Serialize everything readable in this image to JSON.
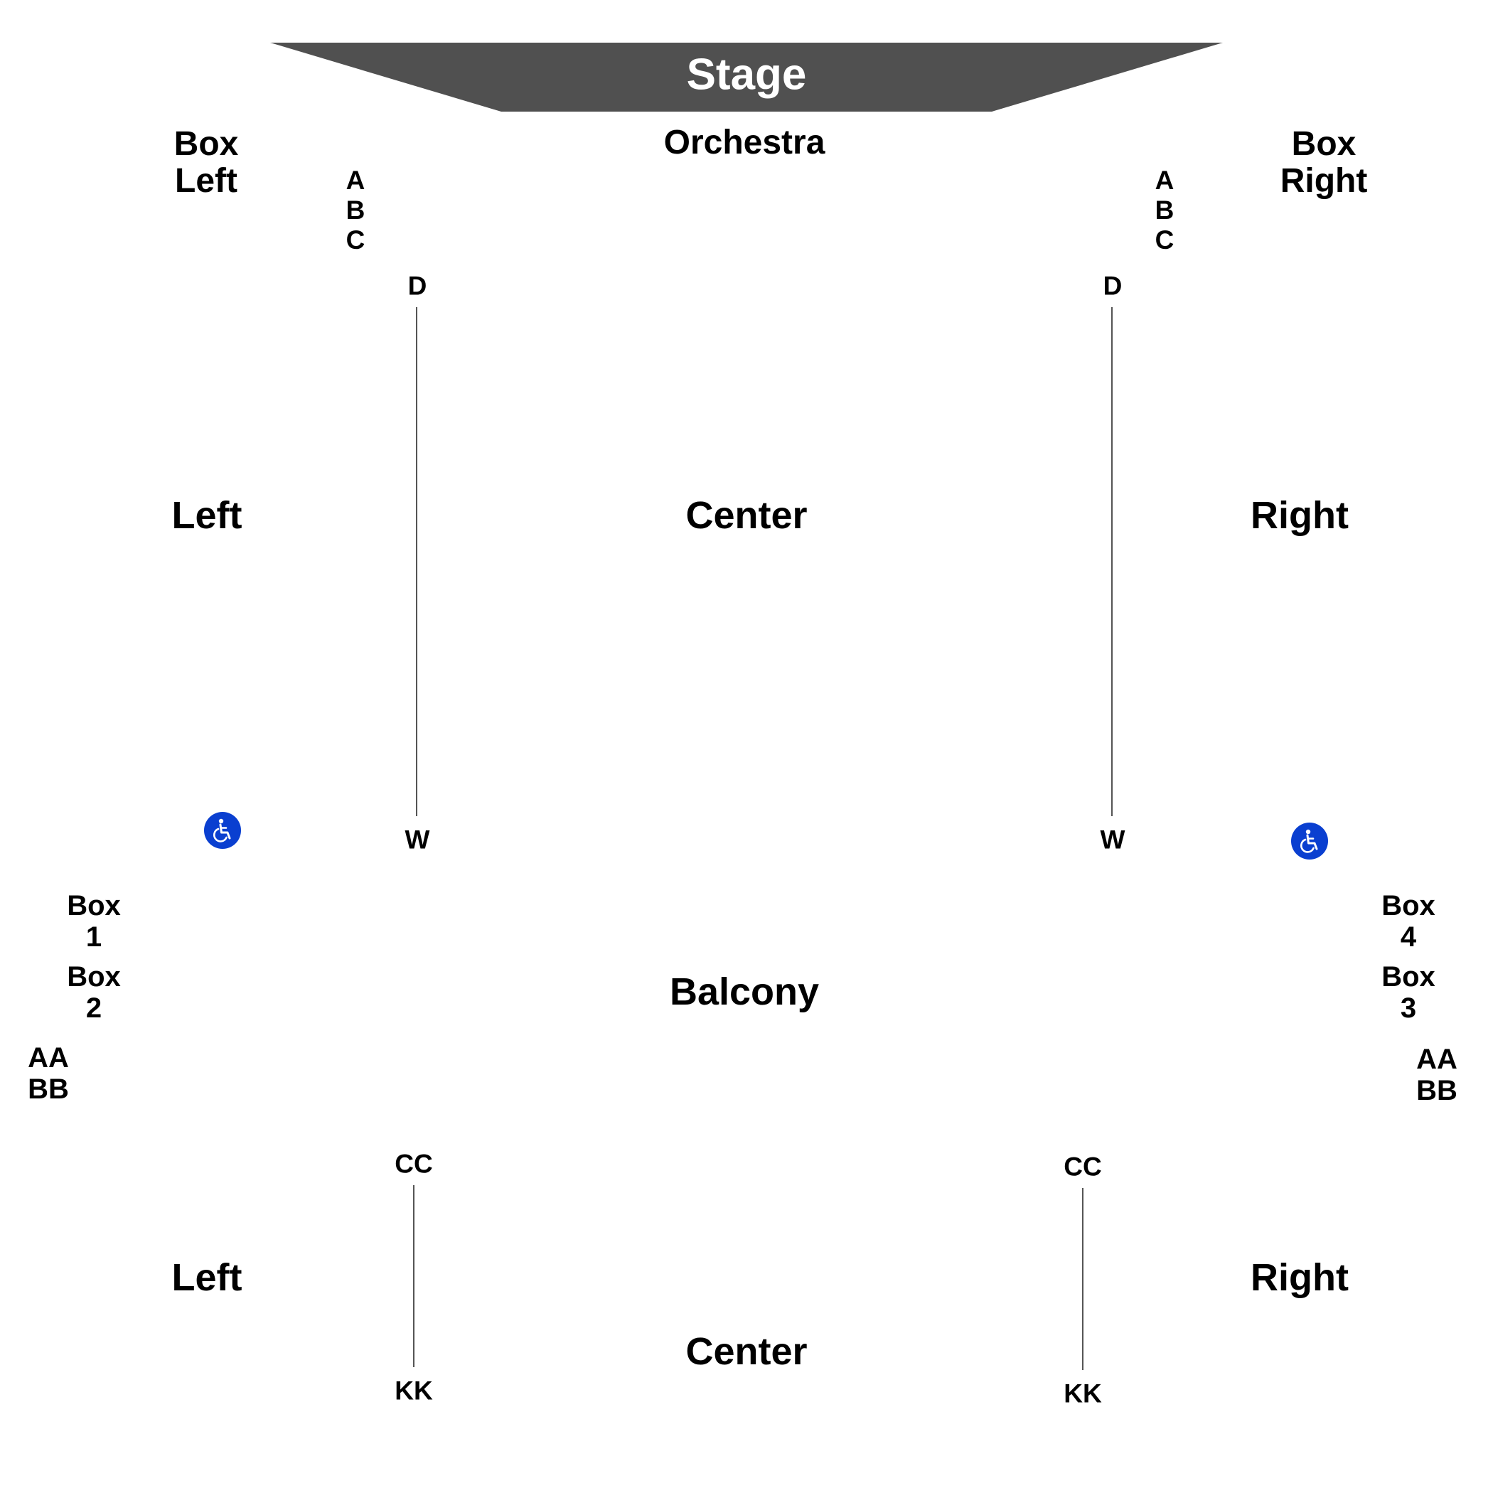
{
  "stage": {
    "label": "Stage",
    "color": "#505050"
  },
  "orchestra": {
    "title": "Orchestra",
    "box_left": [
      "Box",
      "Left"
    ],
    "box_right": [
      "Box",
      "Right"
    ],
    "rows_front_left": [
      "A",
      "B",
      "C"
    ],
    "rows_front_right": [
      "A",
      "B",
      "C"
    ],
    "aisle_left_start": "D",
    "aisle_left_end": "W",
    "aisle_right_start": "D",
    "aisle_right_end": "W",
    "section_left": "Left",
    "section_center": "Center",
    "section_right": "Right"
  },
  "balcony": {
    "title": "Balcony",
    "box_1": [
      "Box",
      "1"
    ],
    "box_2": [
      "Box",
      "2"
    ],
    "box_3": [
      "Box",
      "3"
    ],
    "box_4": [
      "Box",
      "4"
    ],
    "rows_left": [
      "AA",
      "BB"
    ],
    "rows_right": [
      "AA",
      "BB"
    ],
    "aisle_left_start": "CC",
    "aisle_left_end": "KK",
    "aisle_right_start": "CC",
    "aisle_right_end": "KK",
    "section_left": "Left",
    "section_center": "Center",
    "section_right": "Right"
  },
  "icons": {
    "accessible": "wheelchair-accessible-icon",
    "accessible_color": "#0a3fd0"
  }
}
